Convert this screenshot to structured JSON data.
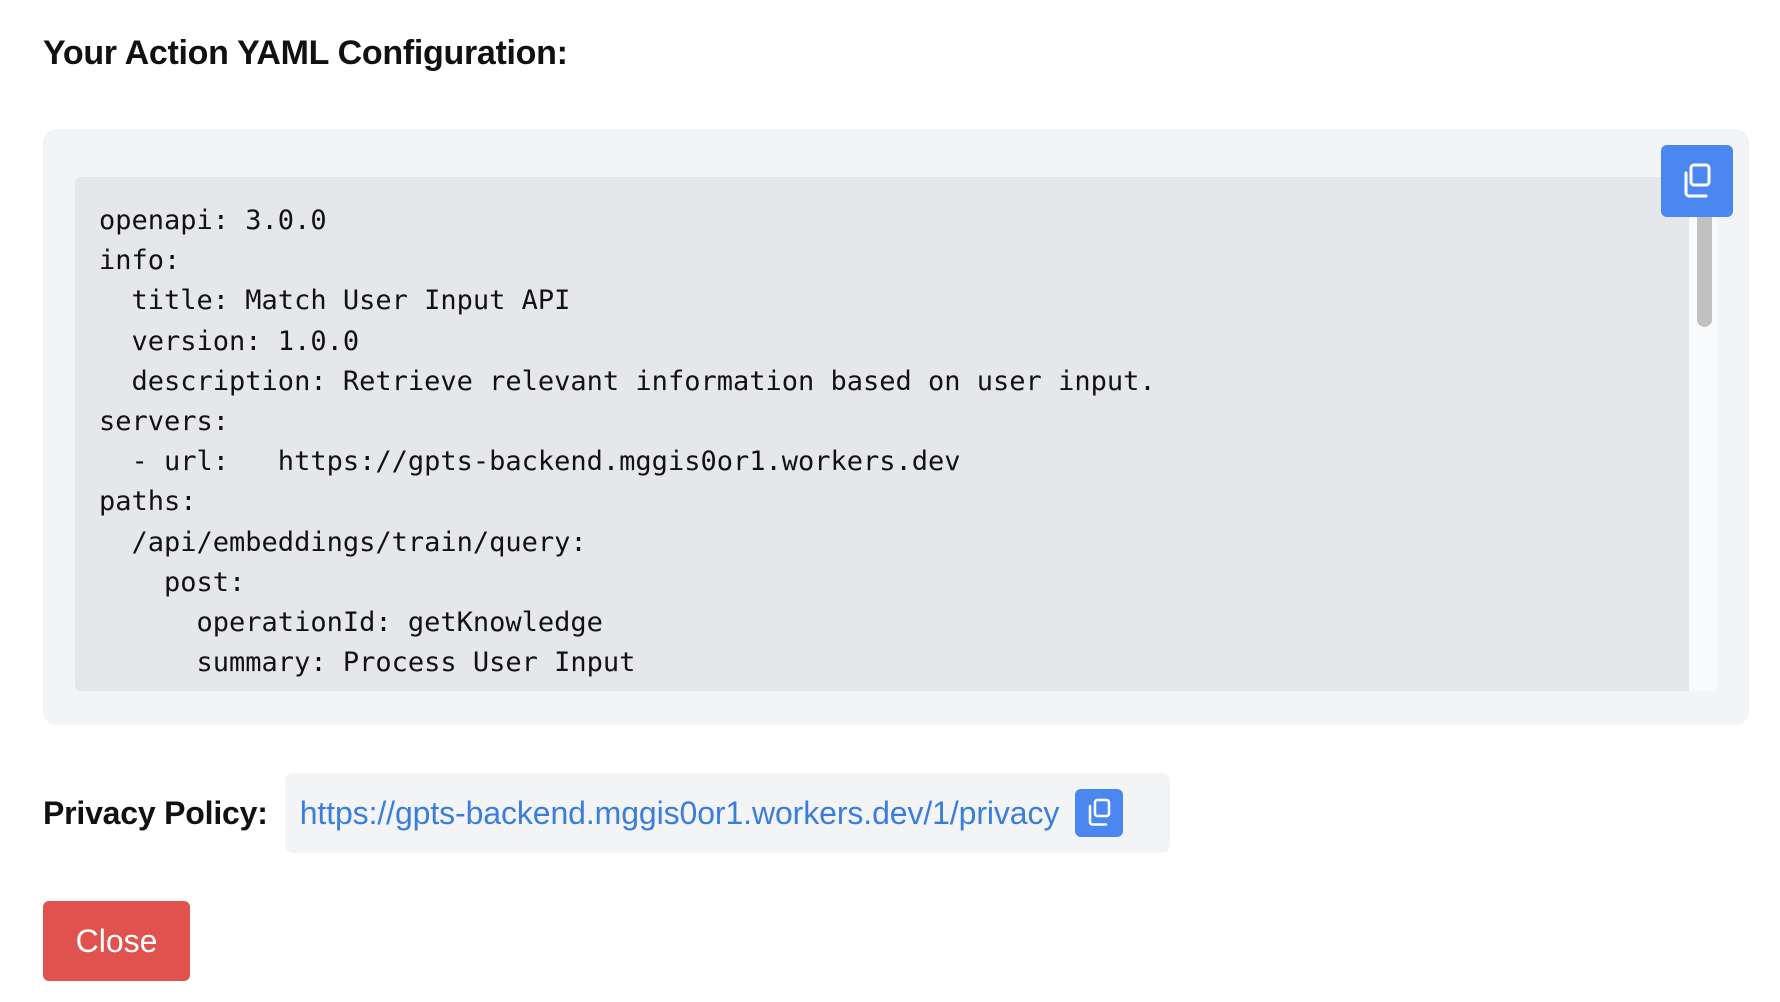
{
  "heading": "Your Action YAML Configuration:",
  "yaml": {
    "lines": [
      "openapi: 3.0.0",
      "info:",
      "  title: Match User Input API",
      "  version: 1.0.0",
      "  description: Retrieve relevant information based on user input.",
      "servers:",
      "  - url:   https://gpts-backend.mggis0or1.workers.dev",
      "paths:",
      "  /api/embeddings/train/query:",
      "    post:",
      "      operationId: getKnowledge",
      "      summary: Process User Input"
    ],
    "copy_icon": "clipboard-copy-icon"
  },
  "privacy": {
    "label": "Privacy Policy:",
    "url": "https://gpts-backend.mggis0or1.workers.dev/1/privacy",
    "copy_icon": "clipboard-copy-icon"
  },
  "close_label": "Close",
  "colors": {
    "accent_blue": "#4b87f0",
    "link_blue": "#3b7ddd",
    "close_red": "#e0524d",
    "panel_bg": "#f3f4f6",
    "code_bg": "#e5e7eb"
  }
}
